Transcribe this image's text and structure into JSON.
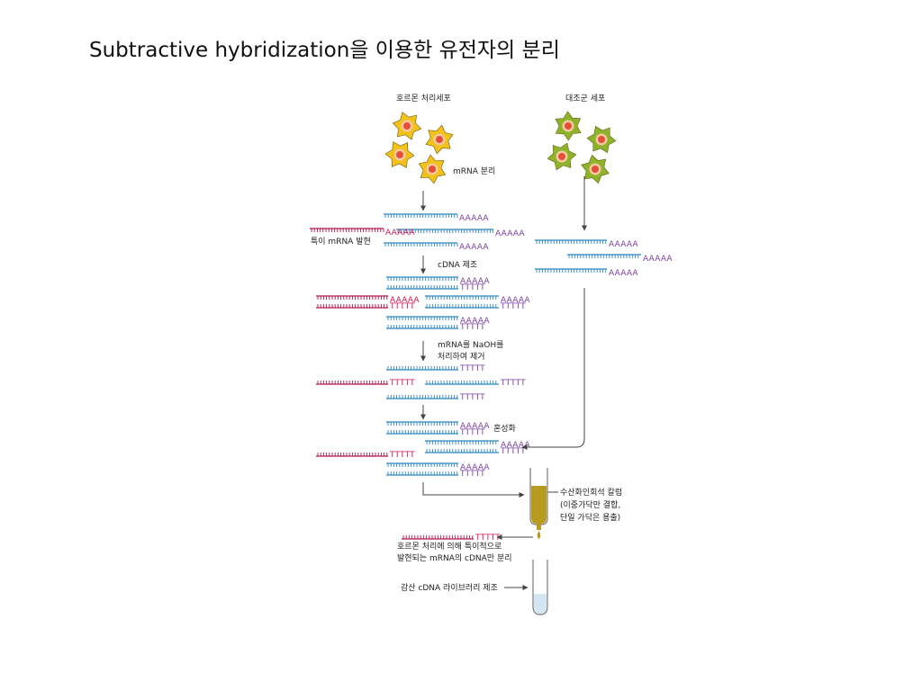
{
  "title": "Subtractive hybridization을 이용한 유전자의 분리",
  "labels": {
    "treated_cells": "호르몬 처리세포",
    "control_cells": "대조군 세포",
    "mrna_isolation": "mRNA 분리",
    "specific_mrna": "특이 mRNA 발현",
    "cdna_synthesis": "cDNA 제조",
    "naoh_line1": "mRNA를 NaOH를",
    "naoh_line2": "처리하여 제거",
    "hybridization": "혼성화",
    "column_line1": "수산화인회석 칼럼",
    "column_line2": "(이중가닥만 결합,",
    "column_line3": "단일 가닥은 용출)",
    "result_line1": "호르몬 처리에 의해 특이적으로",
    "result_line2": "발현되는 mRNA의 cDNA만 분리",
    "library": "감산 cDNA 라이브러리 제조"
  },
  "tails": {
    "polyA": "AAAAA",
    "polyT": "TTTTT"
  },
  "colors": {
    "blue_strand": "#2e86c1",
    "red_strand": "#b0174a",
    "purple_tail": "#7b3fa0",
    "red_tail": "#d0184f",
    "cell_yellow": "#f2c21b",
    "cell_green": "#8cb42a",
    "nucleus": "#e3503a",
    "column_fill": "#b89a1e",
    "arrow": "#444444"
  }
}
